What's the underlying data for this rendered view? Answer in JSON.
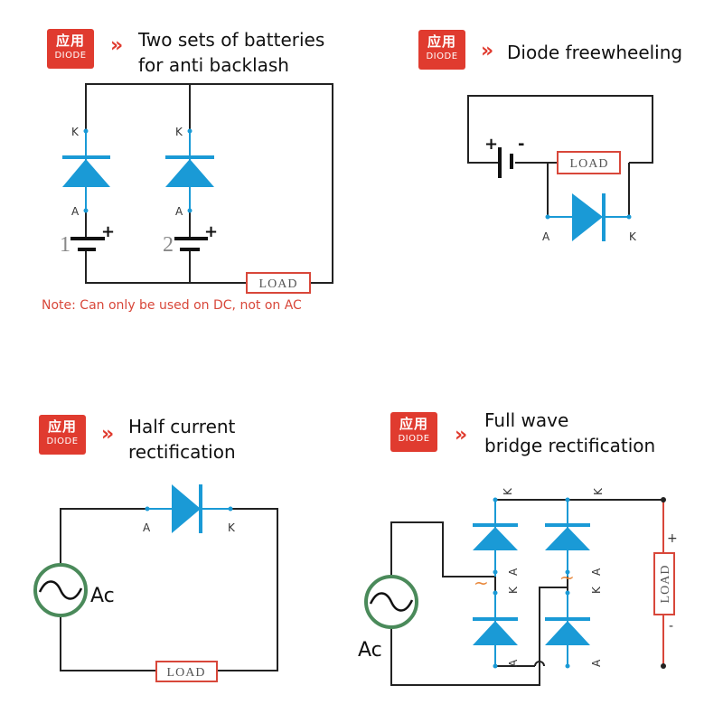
{
  "badge": {
    "cn": "应用",
    "en": "DIODE",
    "arrows": "››"
  },
  "panels": [
    {
      "title_lines": [
        "Two sets of batteries",
        "for anti backlash"
      ],
      "note": "Note: Can only be used on DC, not on AC",
      "labels": {
        "k": "K",
        "a": "A",
        "battery1": "1",
        "battery2": "2",
        "plus": "+",
        "load": "LOAD"
      }
    },
    {
      "title_lines": [
        "Diode freewheeling"
      ],
      "labels": {
        "plus": "+",
        "minus": "-",
        "load": "LOAD",
        "a": "A",
        "k": "K"
      }
    },
    {
      "title_lines": [
        "Half current",
        "rectification"
      ],
      "labels": {
        "a": "A",
        "k": "K",
        "source": "Ac",
        "load": "LOAD"
      }
    },
    {
      "title_lines": [
        "Full wave",
        "bridge rectification"
      ],
      "labels": {
        "k": "K",
        "a": "A",
        "source": "Ac",
        "load": "LOAD",
        "plus": "+",
        "minus": "-",
        "tilde": "~"
      }
    }
  ],
  "colors": {
    "brand": "#e03b2f",
    "diode": "#1a9ad6",
    "wire": "#222222",
    "load_border": "#d8473a",
    "ac_source": "#4a8a5a",
    "note": "#d8473a"
  }
}
